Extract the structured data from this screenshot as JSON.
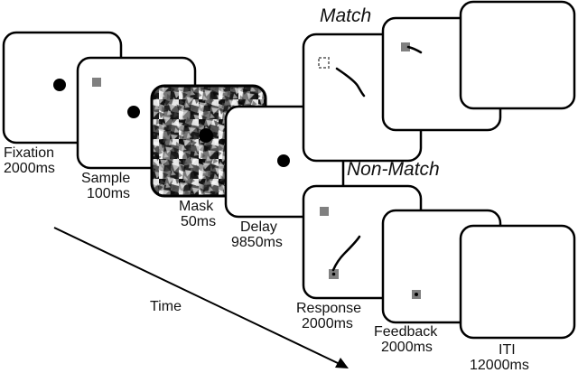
{
  "headings": {
    "match": "Match",
    "non_match": "Non-Match"
  },
  "time_label": "Time",
  "stages": {
    "fixation": {
      "name": "Fixation",
      "duration": "2000ms"
    },
    "sample": {
      "name": "Sample",
      "duration": "100ms"
    },
    "mask": {
      "name": "Mask",
      "duration": "50ms"
    },
    "delay": {
      "name": "Delay",
      "duration": "9850ms"
    },
    "response": {
      "name": "Response",
      "duration": "2000ms"
    },
    "feedback": {
      "name": "Feedback",
      "duration": "2000ms"
    },
    "iti": {
      "name": "ITI",
      "duration": "12000ms"
    }
  },
  "colors": {
    "frame": "#000000",
    "screen": "#ffffff",
    "sample_square": "#808080",
    "dot": "#000000"
  }
}
